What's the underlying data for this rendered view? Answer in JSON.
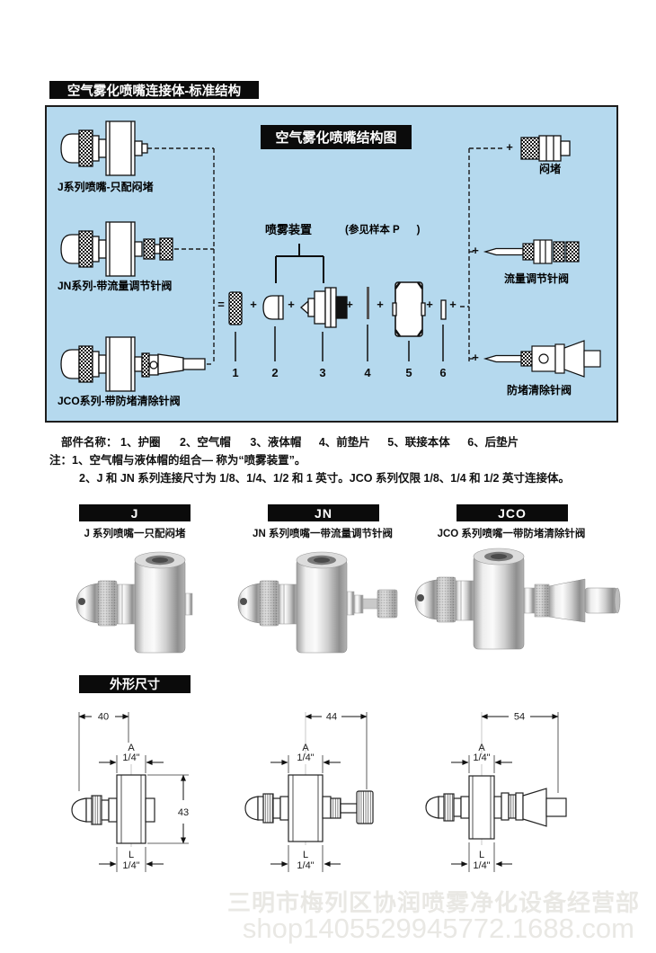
{
  "page_header": {
    "title": "空气雾化喷嘴连接体-标准结构"
  },
  "structure_diagram": {
    "title": "空气雾化喷嘴结构图",
    "series_labels": {
      "j": "J系列喷嘴-只配闷堵",
      "jn": "JN系列-带流量调节针阀",
      "jco": "JCO系列-带防堵清除针阀"
    },
    "spray_device": {
      "label": "喷雾装置",
      "note": "(参见样本 P      )"
    },
    "equals_sign": "=",
    "plus_sign": "+",
    "part_numbers": [
      "1",
      "2",
      "3",
      "4",
      "5",
      "6"
    ],
    "accessories": {
      "plug": "闷堵",
      "flow_valve": "流量调节针阀",
      "anticlog_valve": "防堵清除针阀"
    }
  },
  "parts_note": {
    "label": "部件名称：",
    "parts": [
      "1、护圈",
      "2、空气帽",
      "3、液体帽",
      "4、前垫片",
      "5、联接本体",
      "6、后垫片"
    ],
    "note1": "注：1、空气帽与液体帽的组合— 称为“喷雾装置”。",
    "note2": "2、J 和 JN 系列连接尺寸为 1/8、1/4、1/2 和 1 英寸。JCO 系列仅限 1/8、1/4 和 1/2 英寸连接体。"
  },
  "products": [
    {
      "code": "J",
      "desc": "J 系列喷嘴一只配闷堵"
    },
    {
      "code": "JN",
      "desc": "JN 系列喷嘴一带流量调节针阀"
    },
    {
      "code": "JCO",
      "desc": "JCO 系列喷嘴一带防堵清除针阀"
    }
  ],
  "dimensions": {
    "section_title": "外形尺寸",
    "drawings": [
      {
        "width": "40",
        "height": "43",
        "top": "A",
        "top_size": "1/4\"",
        "bottom": "L",
        "bottom_size": "1/4\""
      },
      {
        "width": "44",
        "top": "A",
        "top_size": "1/4\"",
        "bottom": "L",
        "bottom_size": "1/4\""
      },
      {
        "width": "54",
        "top": "A",
        "top_size": "1/4\"",
        "bottom": "L",
        "bottom_size": "1/4\""
      }
    ]
  },
  "watermark": {
    "line1": "三明市梅列区协润喷雾净化设备经营部",
    "line2": "shop1405529945772.1688.com"
  },
  "colors": {
    "diagram_bg": "#b5d9ee",
    "bar_bg": "#0b0b0b",
    "watermark": "#e9e8e4"
  }
}
